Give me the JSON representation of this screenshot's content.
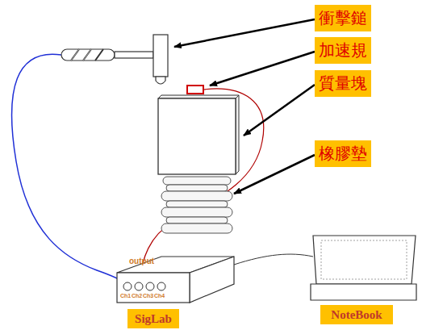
{
  "diagram": {
    "nodes": [
      {
        "text": [
          "衝擊鎚"
        ]
      },
      {
        "text": [
          "加速規"
        ]
      },
      {
        "text": [
          "質量塊"
        ]
      },
      {
        "text": [
          "橡膠墊"
        ]
      },
      {
        "text": [
          "SigLab"
        ]
      },
      {
        "text": [
          "NoteBook"
        ]
      }
    ],
    "labels": [
      "output",
      "Ch1",
      "Ch2",
      "Ch3",
      "Ch4"
    ]
  }
}
